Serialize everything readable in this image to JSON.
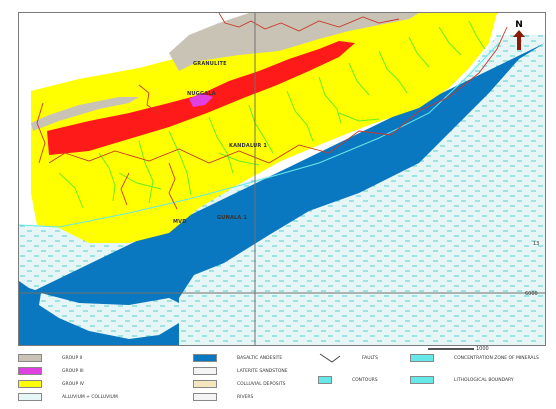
{
  "north_label": "N",
  "map_labels": {
    "unit_a": "GRANULITE",
    "unit_b": "NUGGALA",
    "unit_c": "KANDALUR 1",
    "unit_d": "MVD",
    "unit_e": "GUNALA 1"
  },
  "edge_labels": {
    "right_mid": "13",
    "right_low": "6000"
  },
  "scale_label": "1000",
  "colors": {
    "grey_unit": "#c8c3b5",
    "red_unit": "#ff1a1a",
    "magenta_unit": "#e040e0",
    "yellow_unit": "#ffff00",
    "sea": "#0a78c0",
    "hatch_unit": "#e6f6f6",
    "hatch_line": "#34c6c6",
    "drainage": "#66ee22",
    "river": "#c83828",
    "gridline": "#707070",
    "coast_line": "#66e8e8"
  },
  "legend": [
    {
      "label": "GROUP II",
      "swatch": "grey"
    },
    {
      "label": "GROUP III",
      "swatch": "magenta"
    },
    {
      "label": "GROUP IV",
      "swatch": "yellow"
    },
    {
      "label": "ALLUVIUM + COLLUVIUM",
      "swatch": "hatch"
    },
    {
      "label": "BASALTIC ANDESITE",
      "swatch": "blue"
    },
    {
      "label": "LATERITE SANDSTONE",
      "swatch": "white"
    },
    {
      "label": "COLLUVIAL DEPOSITS",
      "swatch": "beige"
    },
    {
      "label": "RIVERS",
      "swatch": "white"
    },
    {
      "label": "FAULTS",
      "swatch": "line"
    },
    {
      "label": "CONTOURS",
      "swatch": "cyan-small"
    },
    {
      "label": "CONCENTRATION ZONE OF MINERALS",
      "swatch": "cyan"
    },
    {
      "label": "LITHOLOGICAL BOUNDARY",
      "swatch": "cyan"
    }
  ]
}
